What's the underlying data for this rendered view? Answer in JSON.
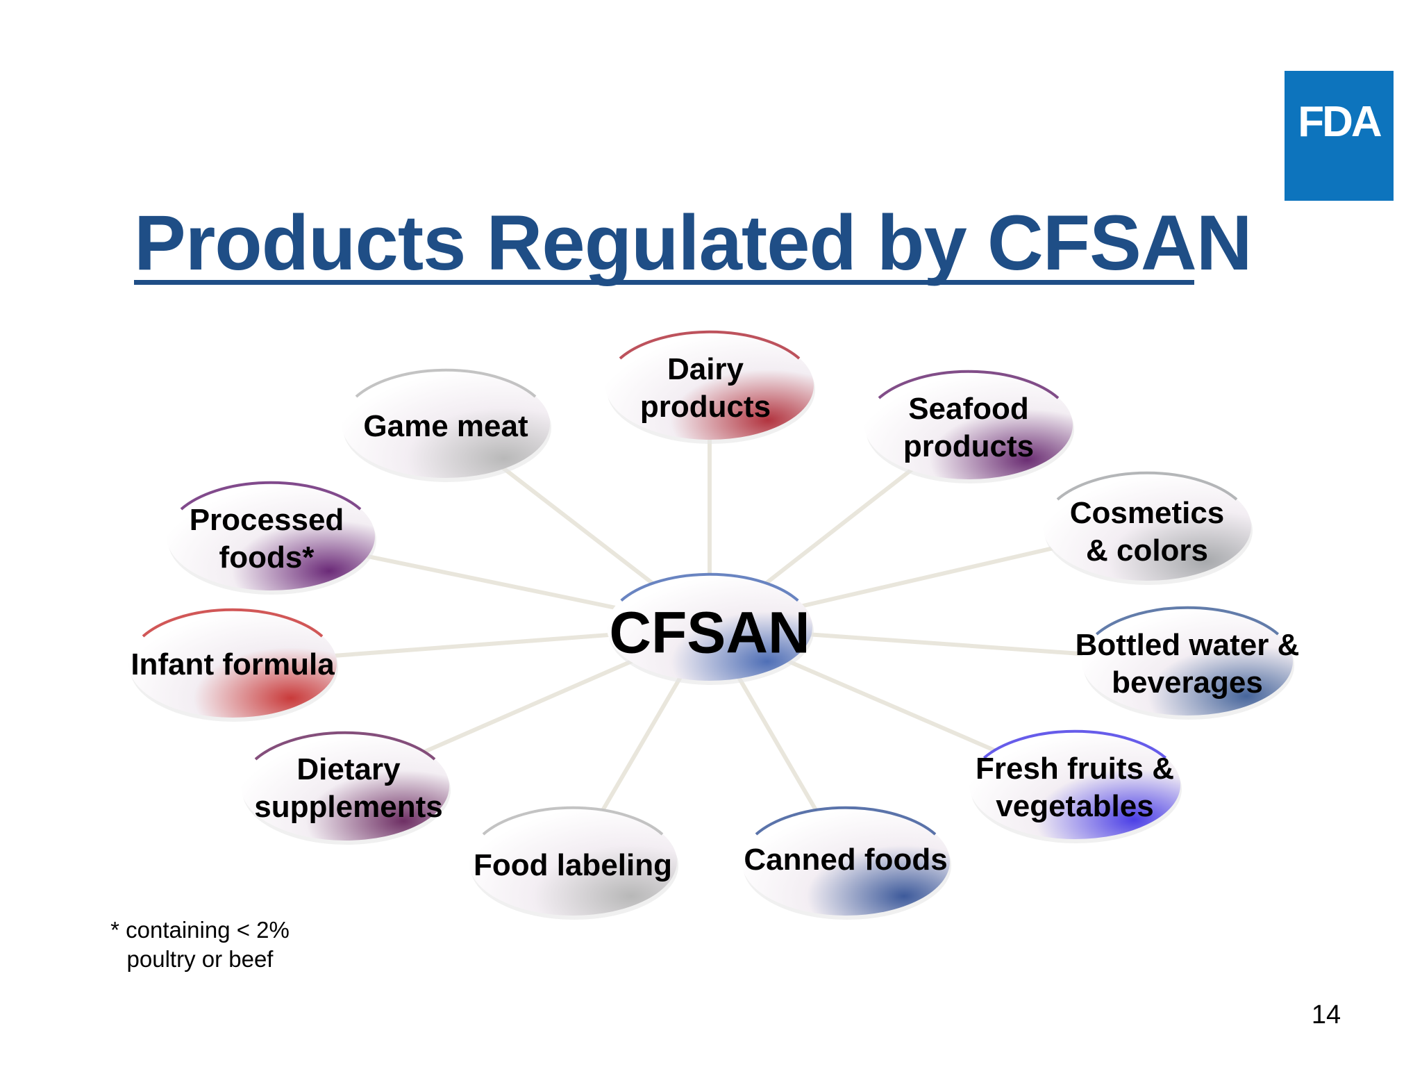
{
  "logo": {
    "text": "FDA",
    "color": "#0d74bd"
  },
  "title": "Products Regulated by CFSAN",
  "center": {
    "label": "CFSAN",
    "tint": "#4f6fb6"
  },
  "nodes": [
    {
      "label": "Dairy\nproducts",
      "tint": "#b2343f"
    },
    {
      "label": "Seafood\nproducts",
      "tint": "#6b2e73"
    },
    {
      "label": "Cosmetics\n& colors",
      "tint": "#a7a9ac"
    },
    {
      "label": "Bottled water &\nbeverages",
      "tint": "#46659b"
    },
    {
      "label": "Fresh fruits &\nvegetables",
      "tint": "#4b3fe6"
    },
    {
      "label": "Canned foods",
      "tint": "#3d5a9b"
    },
    {
      "label": "Food labeling",
      "tint": "#b8b8b8"
    },
    {
      "label": "Dietary\nsupplements",
      "tint": "#6e2f64"
    },
    {
      "label": "Infant formula",
      "tint": "#c93a3a"
    },
    {
      "label": "Processed\nfoods*",
      "tint": "#6b2a78"
    },
    {
      "label": "Game meat",
      "tint": "#b9b9b9"
    }
  ],
  "footnote": "* containing < 2%\npoultry or beef",
  "page_number": "14"
}
